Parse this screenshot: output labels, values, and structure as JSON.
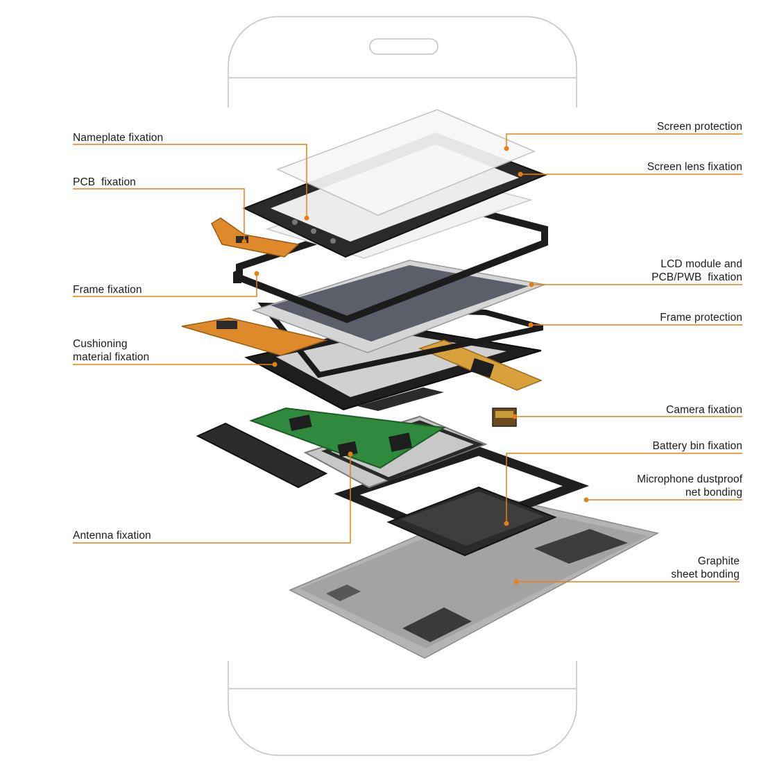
{
  "colors": {
    "accent": "#e8800e",
    "phone_outline": "#c4c4c4",
    "text": "#1a1a1a"
  },
  "labels": [
    {
      "id": "screen-protection",
      "lines": [
        "Screen protection"
      ]
    },
    {
      "id": "screen-lens-fixation",
      "lines": [
        "Screen lens fixation"
      ]
    },
    {
      "id": "nameplate-fixation",
      "lines": [
        "Nameplate fixation"
      ]
    },
    {
      "id": "pcb-fixation",
      "lines": [
        "PCB  fixation"
      ]
    },
    {
      "id": "lcd-module-fixation",
      "lines": [
        "LCD module and",
        "PCB/PWB  fixation"
      ]
    },
    {
      "id": "frame-fixation",
      "lines": [
        "Frame fixation"
      ]
    },
    {
      "id": "frame-protection",
      "lines": [
        "Frame protection"
      ]
    },
    {
      "id": "cushioning-material-fixation",
      "lines": [
        "Cushioning",
        "material fixation"
      ]
    },
    {
      "id": "camera-fixation",
      "lines": [
        "Camera fixation"
      ]
    },
    {
      "id": "battery-bin-fixation",
      "lines": [
        "Battery bin fixation"
      ]
    },
    {
      "id": "microphone-dustproof-net-bonding",
      "lines": [
        "Microphone dustproof",
        "net bonding"
      ]
    },
    {
      "id": "antenna-fixation",
      "lines": [
        "Antenna fixation"
      ]
    },
    {
      "id": "graphite-sheet-bonding",
      "lines": [
        "Graphite",
        "sheet bonding"
      ]
    }
  ]
}
